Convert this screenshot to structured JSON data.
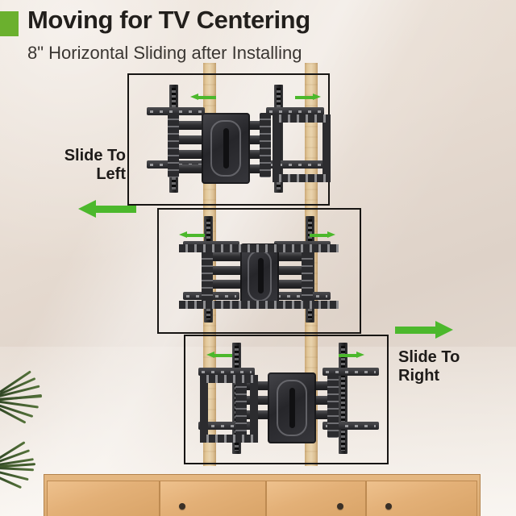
{
  "header": {
    "title": "Moving for TV Centering",
    "subtitle": "8\" Horizontal Sliding after Installing",
    "accent_color": "#6bb02e"
  },
  "callouts": [
    {
      "id": "slide-left",
      "line1": "Slide To",
      "line2": "Left",
      "arrow": "arrow-left",
      "arrow_color": "#4cb82c"
    },
    {
      "id": "slide-right",
      "line1": "Slide To",
      "line2": "Right",
      "arrow": "arrow-right",
      "arrow_color": "#4cb82c"
    }
  ],
  "panels": [
    {
      "id": "panel-top",
      "state": "slid-left",
      "caption": ""
    },
    {
      "id": "panel-middle",
      "state": "centered",
      "caption": ""
    },
    {
      "id": "panel-bottom",
      "state": "slid-right",
      "caption": ""
    }
  ],
  "scene": {
    "wall_color": "#e7dcd2",
    "stud_color": "#e3c796",
    "mount_color": "#2c2c2f",
    "cabinet_color": "#e3b077",
    "plant": "palm-fronds"
  },
  "product": {
    "type": "full-motion-tv-wall-mount",
    "travel": "8\"",
    "direction": "horizontal"
  }
}
